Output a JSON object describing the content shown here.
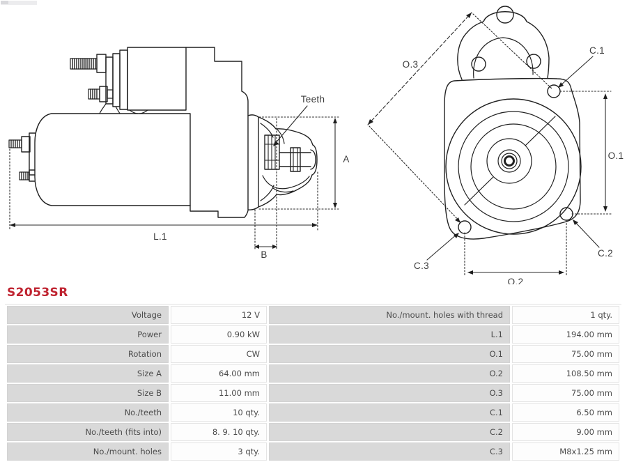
{
  "part_number": "S2053SR",
  "colors": {
    "part_number_red": "#bf2330",
    "drawing_line": "#212121",
    "table_label_bg": "#d9d9d9"
  },
  "diagram": {
    "side_view": {
      "teeth_label": "Teeth",
      "dim_a": "A",
      "dim_b": "B",
      "dim_l1": "L.1"
    },
    "front_view": {
      "dim_o1": "O.1",
      "dim_o2": "O.2",
      "dim_o3": "O.3",
      "dim_c1": "C.1",
      "dim_c2": "C.2",
      "dim_c3": "C.3"
    }
  },
  "specs": {
    "left": [
      {
        "label": "Voltage",
        "value": "12 V"
      },
      {
        "label": "Power",
        "value": "0.90 kW"
      },
      {
        "label": "Rotation",
        "value": "CW"
      },
      {
        "label": "Size A",
        "value": "64.00 mm"
      },
      {
        "label": "Size B",
        "value": "11.00 mm"
      },
      {
        "label": "No./teeth",
        "value": "10 qty."
      },
      {
        "label": "No./teeth (fits into)",
        "value": "8. 9. 10 qty."
      },
      {
        "label": "No./mount. holes",
        "value": "3 qty."
      }
    ],
    "right": [
      {
        "label": "No./mount. holes with thread",
        "value": "1 qty."
      },
      {
        "label": "L.1",
        "value": "194.00 mm"
      },
      {
        "label": "O.1",
        "value": "75.00 mm"
      },
      {
        "label": "O.2",
        "value": "108.50 mm"
      },
      {
        "label": "O.3",
        "value": "75.00 mm"
      },
      {
        "label": "C.1",
        "value": "6.50 mm"
      },
      {
        "label": "C.2",
        "value": "9.00 mm"
      },
      {
        "label": "C.3",
        "value": "M8x1.25 mm"
      }
    ]
  }
}
